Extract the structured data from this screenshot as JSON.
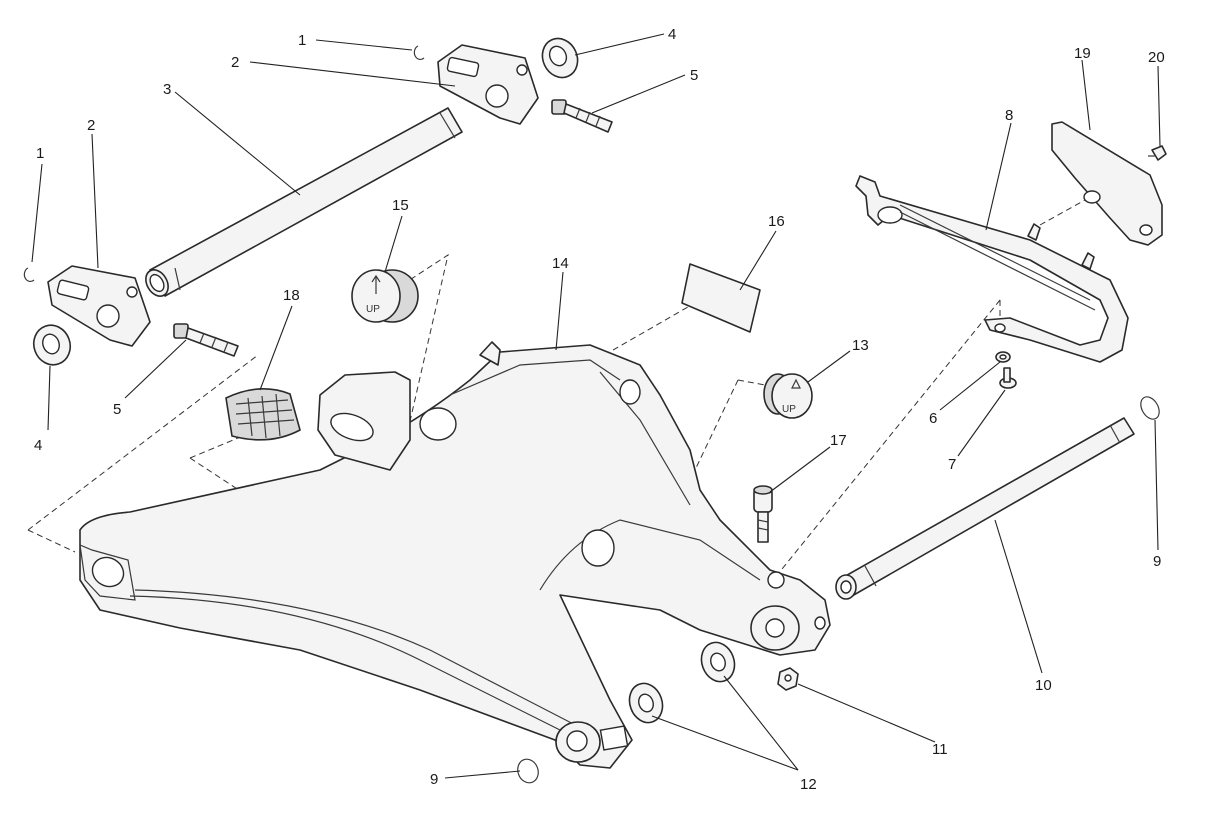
{
  "diagram": {
    "callouts": {
      "c1_top": "1",
      "c1_left": "1",
      "c2_top": "2",
      "c2_left": "2",
      "c3": "3",
      "c4_top": "4",
      "c4_left": "4",
      "c5_top": "5",
      "c5_left": "5",
      "c6": "6",
      "c7": "7",
      "c8": "8",
      "c9_right": "9",
      "c9_bottom": "9",
      "c10": "10",
      "c11": "11",
      "c12": "12",
      "c13": "13",
      "c14": "14",
      "c15": "15",
      "c16": "16",
      "c17": "17",
      "c18": "18",
      "c19": "19",
      "c20": "20"
    },
    "plug_stamp": "UP"
  }
}
